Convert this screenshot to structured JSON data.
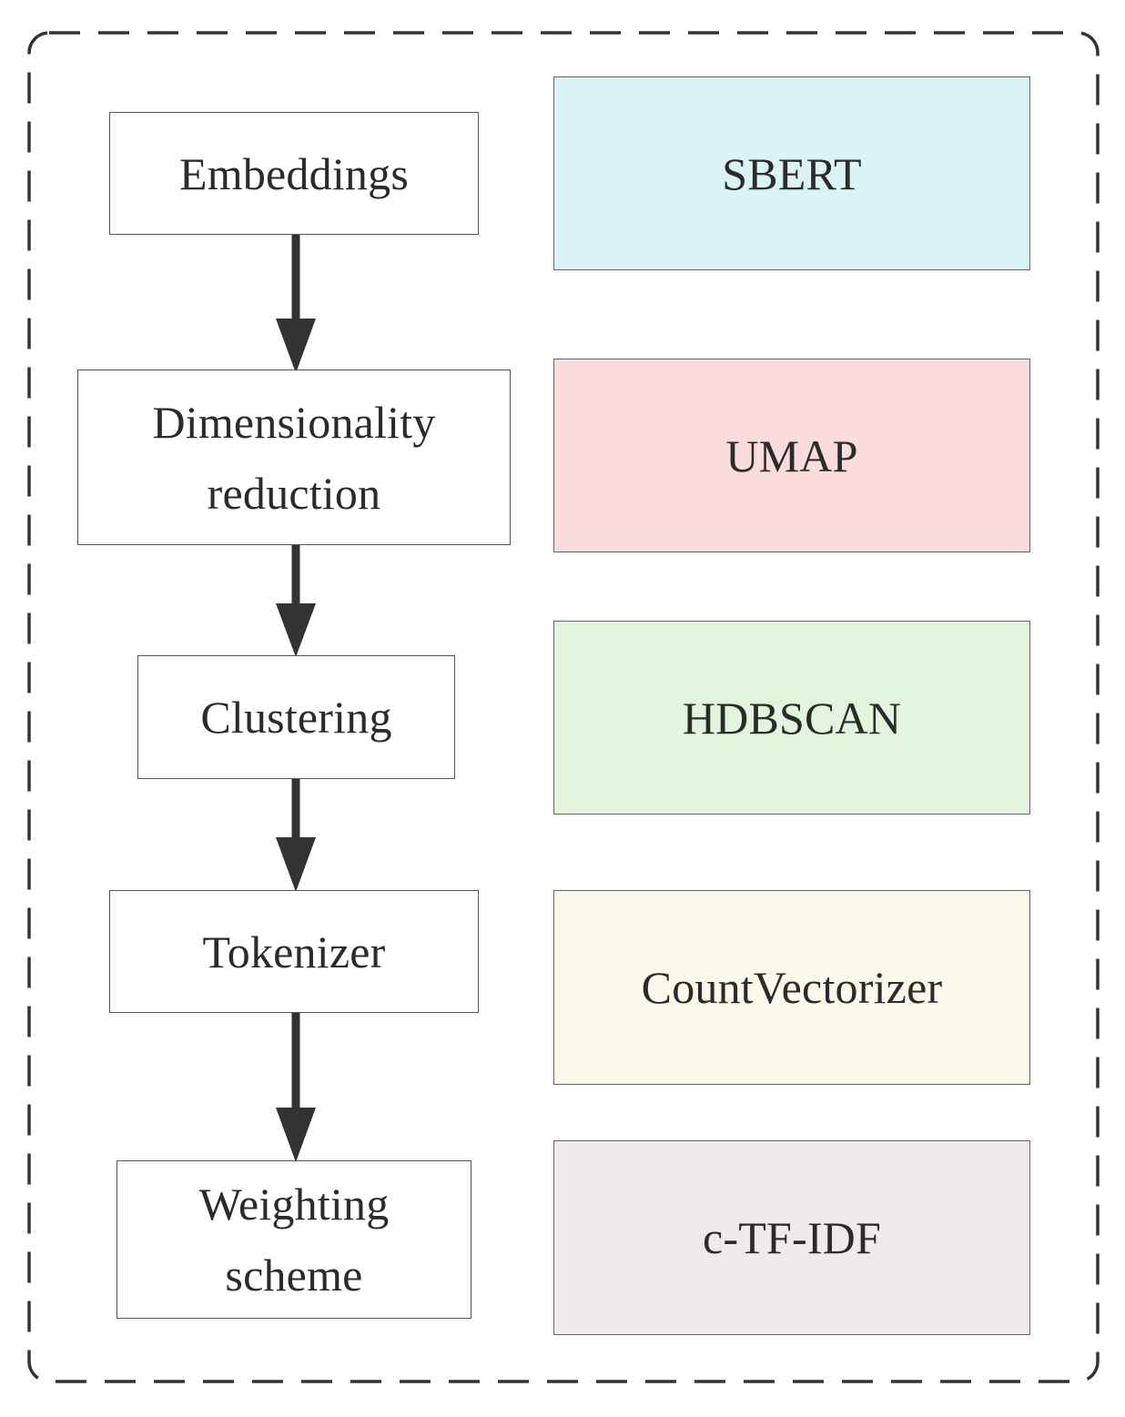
{
  "steps": [
    {
      "label": "Embeddings"
    },
    {
      "label": "Dimensionality\nreduction"
    },
    {
      "label": "Clustering"
    },
    {
      "label": "Tokenizer"
    },
    {
      "label": "Weighting\nscheme"
    }
  ],
  "tools": [
    {
      "label": "SBERT",
      "color": "#daf4f5"
    },
    {
      "label": "UMAP",
      "color": "#fadcdc"
    },
    {
      "label": "HDBSCAN",
      "color": "#e3f5dc"
    },
    {
      "label": "CountVectorizer",
      "color": "#fcf8ea"
    },
    {
      "label": "c-TF-IDF",
      "color": "#f0ebea"
    }
  ],
  "colors": {
    "arrow": "#333333",
    "border": "#555555",
    "frame_dash": "#333333"
  }
}
